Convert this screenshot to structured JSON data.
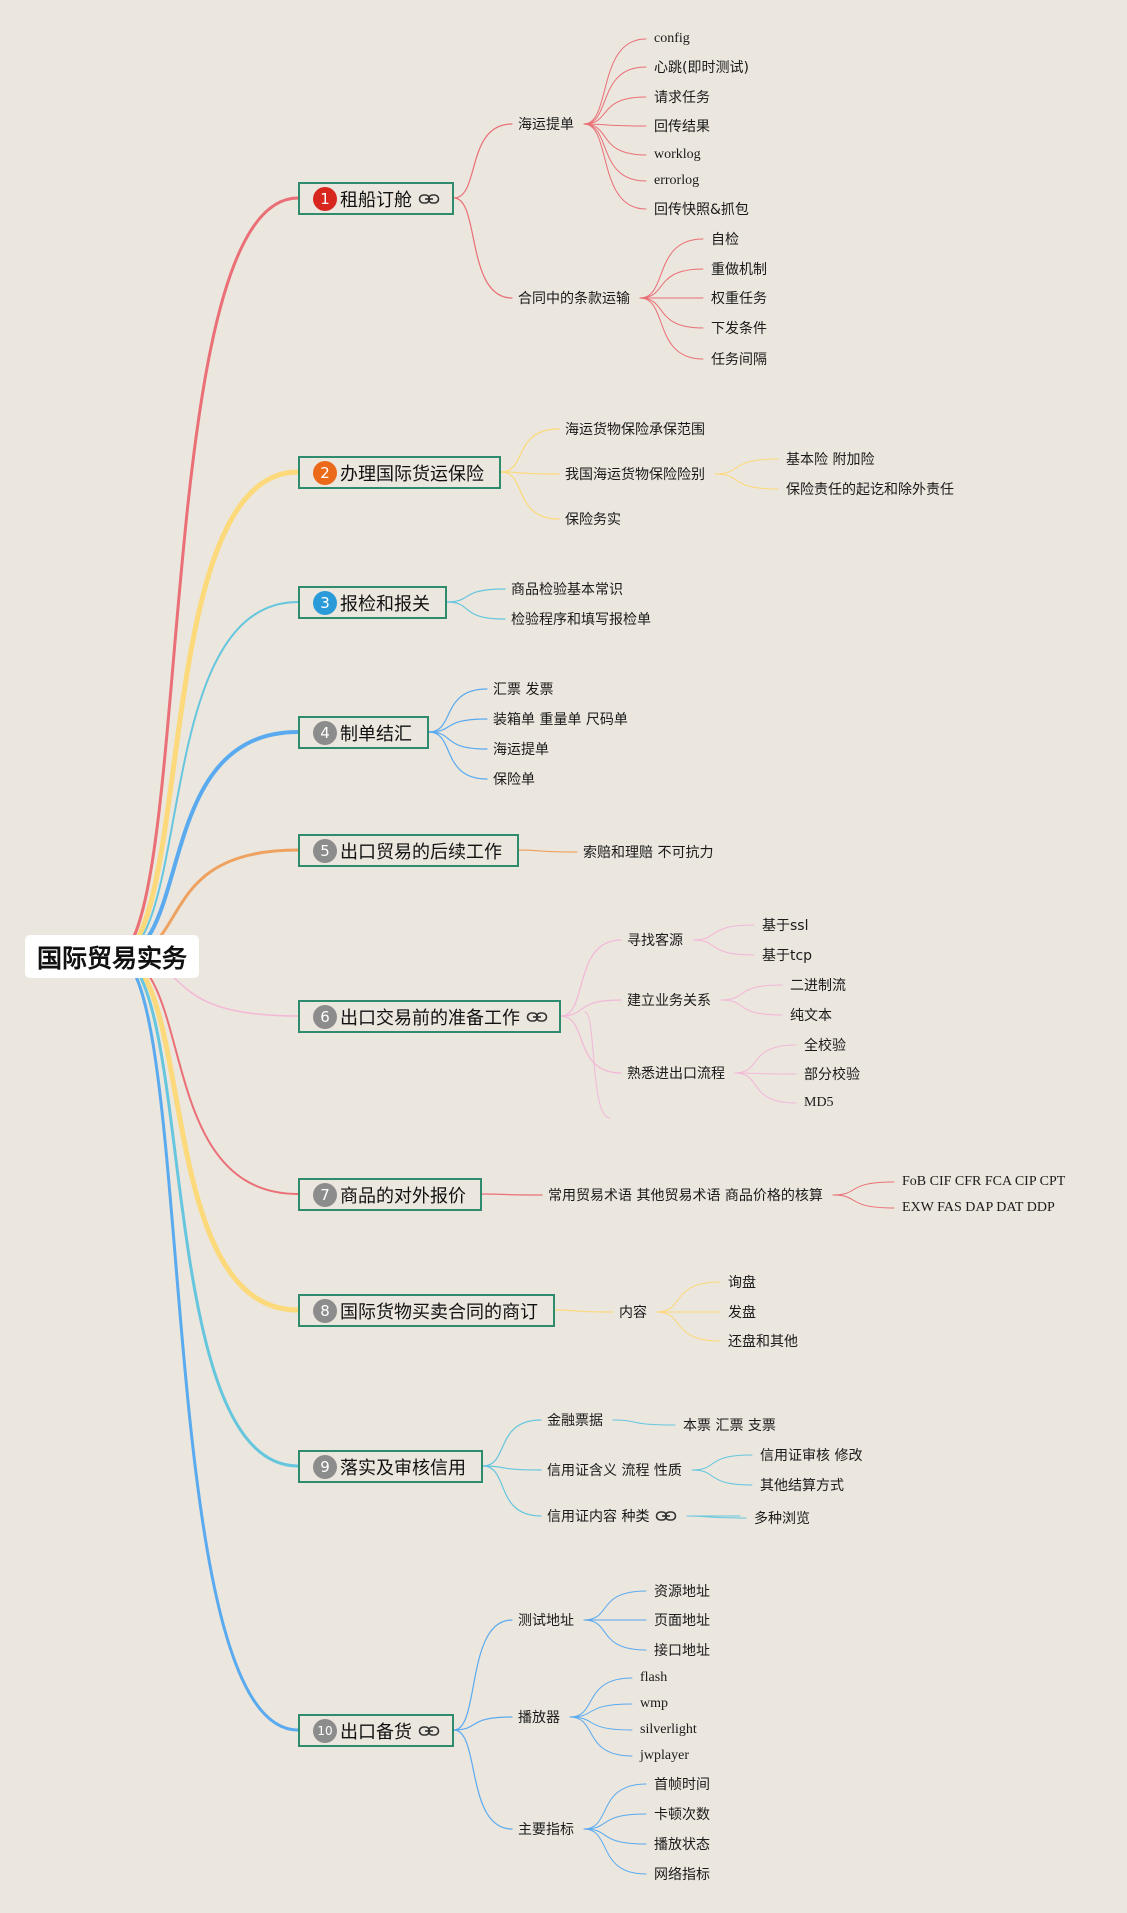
{
  "root": {
    "label": "国际贸易实务"
  },
  "colors": {
    "background": "#ebe6de",
    "topic_border": "#2e8b6e",
    "branch_red": "#ea6f76",
    "branch_yellow": "#fcd97a",
    "branch_cyan": "#65c6de",
    "branch_blue": "#5aaaf0",
    "branch_orange": "#efa260",
    "branch_pink": "#f3b7d8",
    "badge_red": "#d7261e",
    "badge_orange": "#ea6a1a",
    "badge_blue": "#2a9bd8",
    "badge_gray": "#8c8c8c"
  },
  "topics": [
    {
      "num": "1",
      "label": "租船订舱",
      "link_icon": "link-icon",
      "badge_color": "#d7261e",
      "children": [
        {
          "label": "海运提单",
          "children": [
            "config",
            "心跳(即时测试)",
            "请求任务",
            "回传结果",
            "worklog",
            "errorlog",
            "回传快照&抓包"
          ]
        },
        {
          "label": "合同中的条款运输",
          "children": [
            "自检",
            "重做机制",
            "权重任务",
            "下发条件",
            "任务间隔"
          ]
        }
      ]
    },
    {
      "num": "2",
      "label": "办理国际货运保险",
      "badge_color": "#ea6a1a",
      "children": [
        {
          "label": "海运货物保险承保范围"
        },
        {
          "label": "我国海运货物保险险别",
          "children": [
            "基本险 附加险",
            "保险责任的起讫和除外责任"
          ]
        },
        {
          "label": "保险务实"
        }
      ]
    },
    {
      "num": "3",
      "label": "报检和报关",
      "badge_color": "#2a9bd8",
      "children": [
        {
          "label": "商品检验基本常识"
        },
        {
          "label": "检验程序和填写报检单"
        }
      ]
    },
    {
      "num": "4",
      "label": "制单结汇",
      "badge_color": "#8c8c8c",
      "children": [
        {
          "label": "汇票 发票"
        },
        {
          "label": "装箱单 重量单 尺码单"
        },
        {
          "label": "海运提单"
        },
        {
          "label": "保险单"
        }
      ]
    },
    {
      "num": "5",
      "label": "出口贸易的后续工作",
      "badge_color": "#8c8c8c",
      "children": [
        {
          "label": "索赔和理赔 不可抗力"
        }
      ]
    },
    {
      "num": "6",
      "label": "出口交易前的准备工作",
      "link_icon": "link-icon",
      "badge_color": "#8c8c8c",
      "children": [
        {
          "label": "寻找客源",
          "children": [
            "基于ssl",
            "基于tcp"
          ]
        },
        {
          "label": "建立业务关系",
          "children": [
            "二进制流",
            "纯文本"
          ]
        },
        {
          "label": "熟悉进出口流程",
          "children": [
            "全校验",
            "部分校验",
            "MD5"
          ]
        }
      ]
    },
    {
      "num": "7",
      "label": "商品的对外报价",
      "badge_color": "#8c8c8c",
      "children": [
        {
          "label": "常用贸易术语 其他贸易术语 商品价格的核算",
          "children": [
            "FoB CIF CFR FCA CIP CPT",
            "EXW  FAS DAP DAT DDP"
          ]
        }
      ]
    },
    {
      "num": "8",
      "label": "国际货物买卖合同的商订",
      "badge_color": "#8c8c8c",
      "children": [
        {
          "label": "内容",
          "children": [
            "询盘",
            "发盘",
            "还盘和其他"
          ]
        }
      ]
    },
    {
      "num": "9",
      "label": "落实及审核信用",
      "badge_color": "#8c8c8c",
      "children": [
        {
          "label": "金融票据",
          "children": [
            "本票 汇票 支票"
          ]
        },
        {
          "label": "信用证含义 流程 性质",
          "children": [
            "信用证审核 修改",
            "其他结算方式"
          ]
        },
        {
          "label": "信用证内容 种类",
          "link_icon": "link-icon",
          "children": [
            "多种浏览"
          ]
        }
      ]
    },
    {
      "num": "10",
      "label": "出口备货",
      "link_icon": "link-icon",
      "badge_color": "#8c8c8c",
      "children": [
        {
          "label": "测试地址",
          "children": [
            "资源地址",
            "页面地址",
            "接口地址"
          ]
        },
        {
          "label": "播放器",
          "children": [
            "flash",
            "wmp",
            "silverlight",
            "jwplayer"
          ]
        },
        {
          "label": "主要指标",
          "children": [
            "首帧时间",
            "卡顿次数",
            "播放状态",
            "网络指标"
          ]
        }
      ]
    }
  ]
}
